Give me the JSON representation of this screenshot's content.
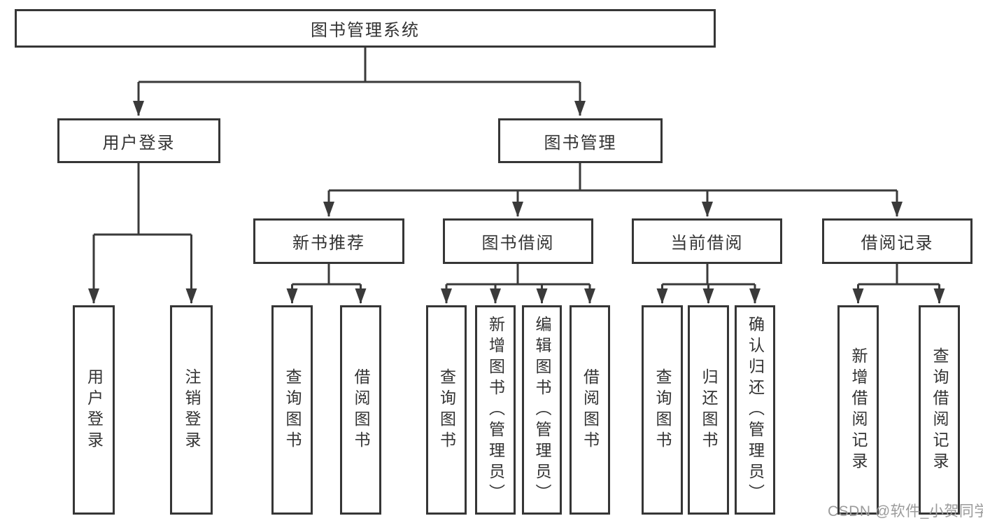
{
  "diagram": {
    "tree": {
      "label": "图书管理系统",
      "children": [
        {
          "label": "用户登录",
          "children": [
            {
              "label": "用户登录"
            },
            {
              "label": "注销登录"
            }
          ]
        },
        {
          "label": "图书管理",
          "children": [
            {
              "label": "新书推荐",
              "children": [
                {
                  "label": "查询图书"
                },
                {
                  "label": "借阅图书"
                }
              ]
            },
            {
              "label": "图书借阅",
              "children": [
                {
                  "label": "查询图书"
                },
                {
                  "label": "新增图书（管理员）"
                },
                {
                  "label": "编辑图书（管理员）"
                },
                {
                  "label": "借阅图书"
                }
              ]
            },
            {
              "label": "当前借阅",
              "children": [
                {
                  "label": "查询图书"
                },
                {
                  "label": "归还图书"
                },
                {
                  "label": "确认归还（管理员）"
                }
              ]
            },
            {
              "label": "借阅记录",
              "children": [
                {
                  "label": "新增借阅记录"
                },
                {
                  "label": "查询借阅记录"
                }
              ]
            }
          ]
        }
      ]
    },
    "colors": {
      "line": "#3a3a3a",
      "text": "#333333",
      "background": "#ffffff",
      "watermark": "#9b9b9b"
    },
    "watermark": "CSDN @软件_小贺同学"
  }
}
